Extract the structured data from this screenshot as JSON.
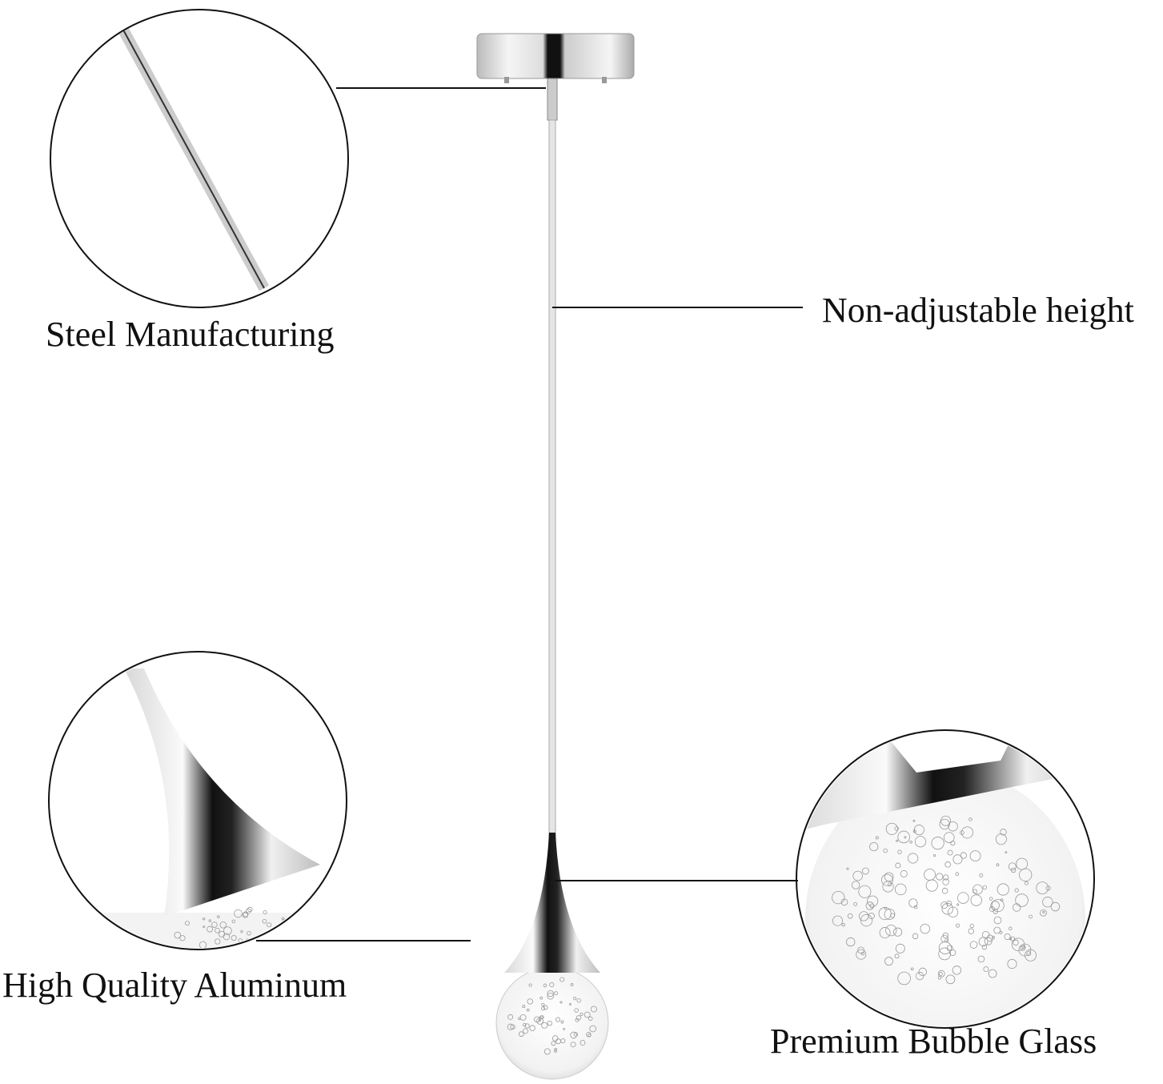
{
  "labels": {
    "steel": "Steel Manufacturing",
    "height": "Non-adjustable height",
    "aluminum": "High Quality Aluminum",
    "glass": "Premium Bubble Glass"
  },
  "colors": {
    "line": "#111111",
    "chrome_dark": "#1a1a1a",
    "chrome_light": "#f2f2f2"
  }
}
